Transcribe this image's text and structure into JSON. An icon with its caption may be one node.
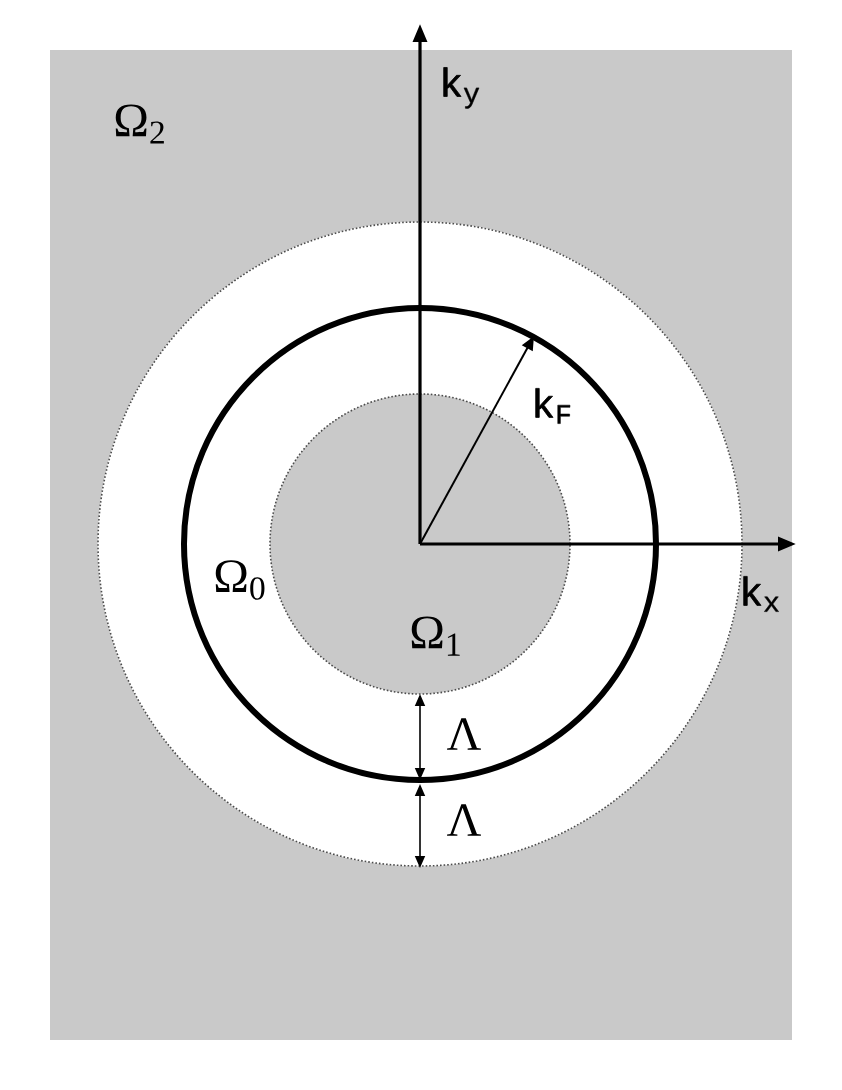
{
  "diagram": {
    "labels": [
      "Ω$_{2}$",
      "k$_{y}$",
      "k$_{F}$",
      "Ω$_{0}$",
      "k$_{x}$",
      "Ω$_{1}$",
      "Λ",
      "Λ"
    ]
  }
}
